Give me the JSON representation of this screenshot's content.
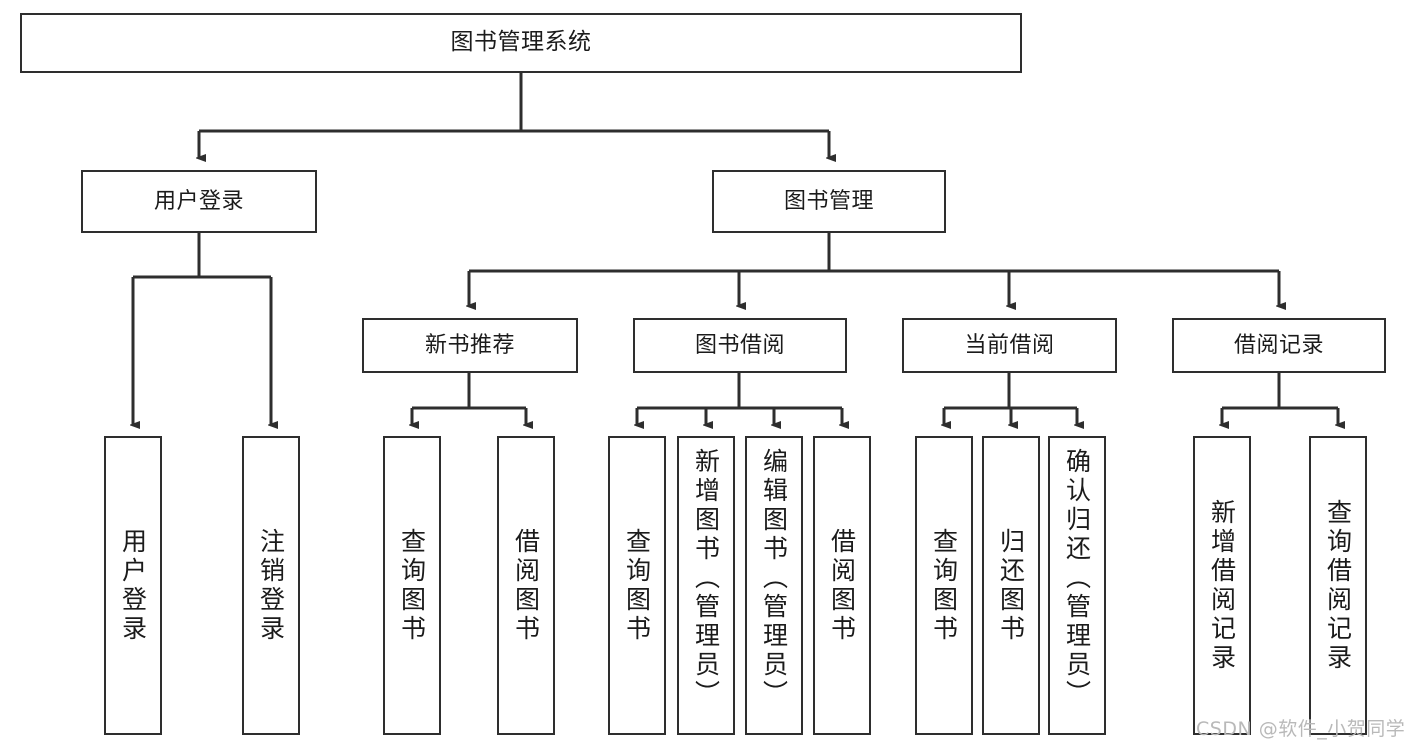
{
  "diagram": {
    "title_box": {
      "label": "图书管理系统"
    },
    "level1": [
      {
        "id": "user-login",
        "label": "用户登录"
      },
      {
        "id": "book-manage",
        "label": "图书管理"
      }
    ],
    "level2": [
      {
        "id": "new-book-recommend",
        "label": "新书推荐"
      },
      {
        "id": "book-borrow",
        "label": "图书借阅"
      },
      {
        "id": "current-borrow",
        "label": "当前借阅"
      },
      {
        "id": "borrow-record",
        "label": "借阅记录"
      }
    ],
    "leaves": {
      "user_login": [
        {
          "id": "leaf-user-login",
          "label": "用户登录"
        },
        {
          "id": "leaf-logout-login",
          "label": "注销登录"
        }
      ],
      "new_book_recommend": [
        {
          "id": "leaf-query-book-1",
          "label": "查询图书"
        },
        {
          "id": "leaf-borrow-book-1",
          "label": "借阅图书"
        }
      ],
      "book_borrow": [
        {
          "id": "leaf-query-book-2",
          "label": "查询图书"
        },
        {
          "id": "leaf-add-book-admin",
          "label": "新增图书（管理员）"
        },
        {
          "id": "leaf-edit-book-admin",
          "label": "编辑图书（管理员）"
        },
        {
          "id": "leaf-borrow-book-2",
          "label": "借阅图书"
        }
      ],
      "current_borrow": [
        {
          "id": "leaf-query-book-3",
          "label": "查询图书"
        },
        {
          "id": "leaf-return-book",
          "label": "归还图书"
        },
        {
          "id": "leaf-confirm-return-admin",
          "label": "确认归还（管理员）"
        }
      ],
      "borrow_record": [
        {
          "id": "leaf-add-borrow-record",
          "label": "新增借阅记录"
        },
        {
          "id": "leaf-query-borrow-record",
          "label": "查询借阅记录"
        }
      ]
    }
  },
  "watermark": {
    "text": "CSDN @软件_小贺同学"
  },
  "colors": {
    "stroke": "#2e2e2e",
    "background": "#ffffff",
    "text": "#1b1b1b",
    "watermark": "#b9b9b9"
  }
}
